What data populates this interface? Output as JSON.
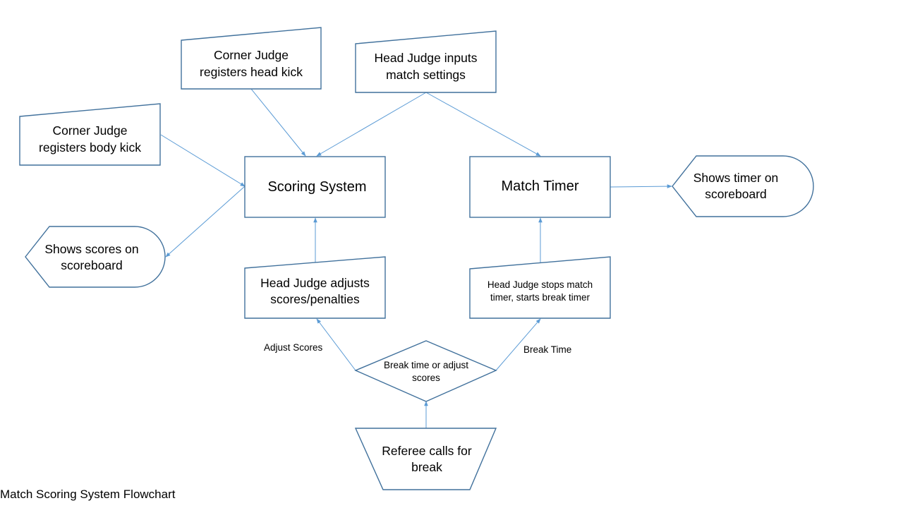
{
  "title": "Match Scoring System Flowchart",
  "nodes": {
    "corner_judge_head": {
      "shape": "manual-input",
      "text": "Corner Judge\nregisters head kick"
    },
    "head_judge_settings": {
      "shape": "manual-input",
      "text": "Head Judge inputs\nmatch settings"
    },
    "corner_judge_body": {
      "shape": "manual-input",
      "text": "Corner Judge\nregisters body kick"
    },
    "scoring_system": {
      "shape": "process",
      "text": "Scoring System"
    },
    "match_timer": {
      "shape": "process",
      "text": "Match Timer"
    },
    "shows_timer": {
      "shape": "display",
      "text": "Shows timer on\nscoreboard"
    },
    "shows_scores": {
      "shape": "display",
      "text": "Shows scores on\nscoreboard"
    },
    "head_judge_adjusts": {
      "shape": "manual-input",
      "text": "Head Judge adjusts\nscores/penalties"
    },
    "head_judge_stops": {
      "shape": "manual-input",
      "text": "Head Judge stops match\ntimer, starts break timer"
    },
    "decision": {
      "shape": "decision",
      "text": "Break time or adjust\nscores"
    },
    "referee_break": {
      "shape": "manual-operation",
      "text": "Referee calls for\nbreak"
    }
  },
  "edges": [
    {
      "from": "corner_judge_head",
      "to": "scoring_system",
      "label": ""
    },
    {
      "from": "head_judge_settings",
      "to": "scoring_system",
      "label": ""
    },
    {
      "from": "head_judge_settings",
      "to": "match_timer",
      "label": ""
    },
    {
      "from": "corner_judge_body",
      "to": "scoring_system",
      "label": ""
    },
    {
      "from": "scoring_system",
      "to": "shows_scores",
      "label": ""
    },
    {
      "from": "match_timer",
      "to": "shows_timer",
      "label": ""
    },
    {
      "from": "head_judge_adjusts",
      "to": "scoring_system",
      "label": ""
    },
    {
      "from": "head_judge_stops",
      "to": "match_timer",
      "label": ""
    },
    {
      "from": "decision",
      "to": "head_judge_adjusts",
      "label": "Adjust Scores"
    },
    {
      "from": "decision",
      "to": "head_judge_stops",
      "label": "Break Time"
    },
    {
      "from": "referee_break",
      "to": "decision",
      "label": ""
    }
  ],
  "colors": {
    "shape_stroke": "#41719c",
    "edge": "#5b9bd5",
    "background": "#ffffff"
  }
}
